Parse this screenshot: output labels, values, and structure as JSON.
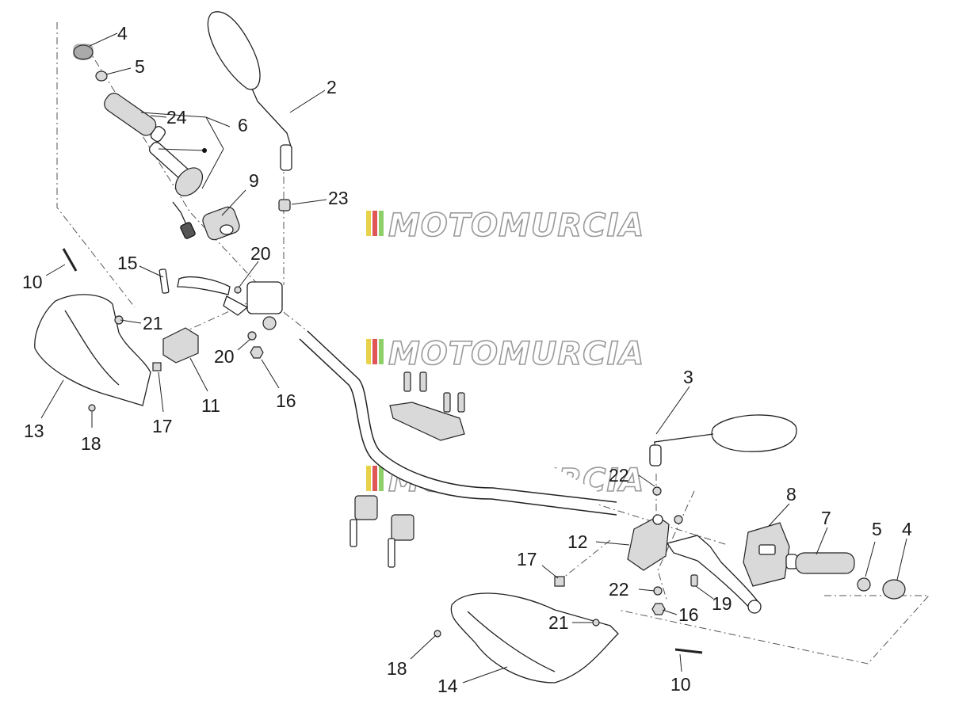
{
  "diagram": {
    "callouts": [
      {
        "label": "4"
      },
      {
        "label": "5"
      },
      {
        "label": "24"
      },
      {
        "label": "6"
      },
      {
        "label": "2"
      },
      {
        "label": "9"
      },
      {
        "label": "23"
      },
      {
        "label": "20"
      },
      {
        "label": "15"
      },
      {
        "label": "10"
      },
      {
        "label": "21"
      },
      {
        "label": "20"
      },
      {
        "label": "16"
      },
      {
        "label": "11"
      },
      {
        "label": "13"
      },
      {
        "label": "17"
      },
      {
        "label": "18"
      },
      {
        "label": "3"
      },
      {
        "label": "22"
      },
      {
        "label": "8"
      },
      {
        "label": "7"
      },
      {
        "label": "5"
      },
      {
        "label": "4"
      },
      {
        "label": "12"
      },
      {
        "label": "17"
      },
      {
        "label": "22"
      },
      {
        "label": "16"
      },
      {
        "label": "19"
      },
      {
        "label": "21"
      },
      {
        "label": "18"
      },
      {
        "label": "14"
      },
      {
        "label": "10"
      }
    ],
    "watermark": {
      "text": "MOTOMURCIA",
      "stripe_colors": [
        "#e8d24a",
        "#e05555",
        "#8fcf6a"
      ]
    }
  }
}
